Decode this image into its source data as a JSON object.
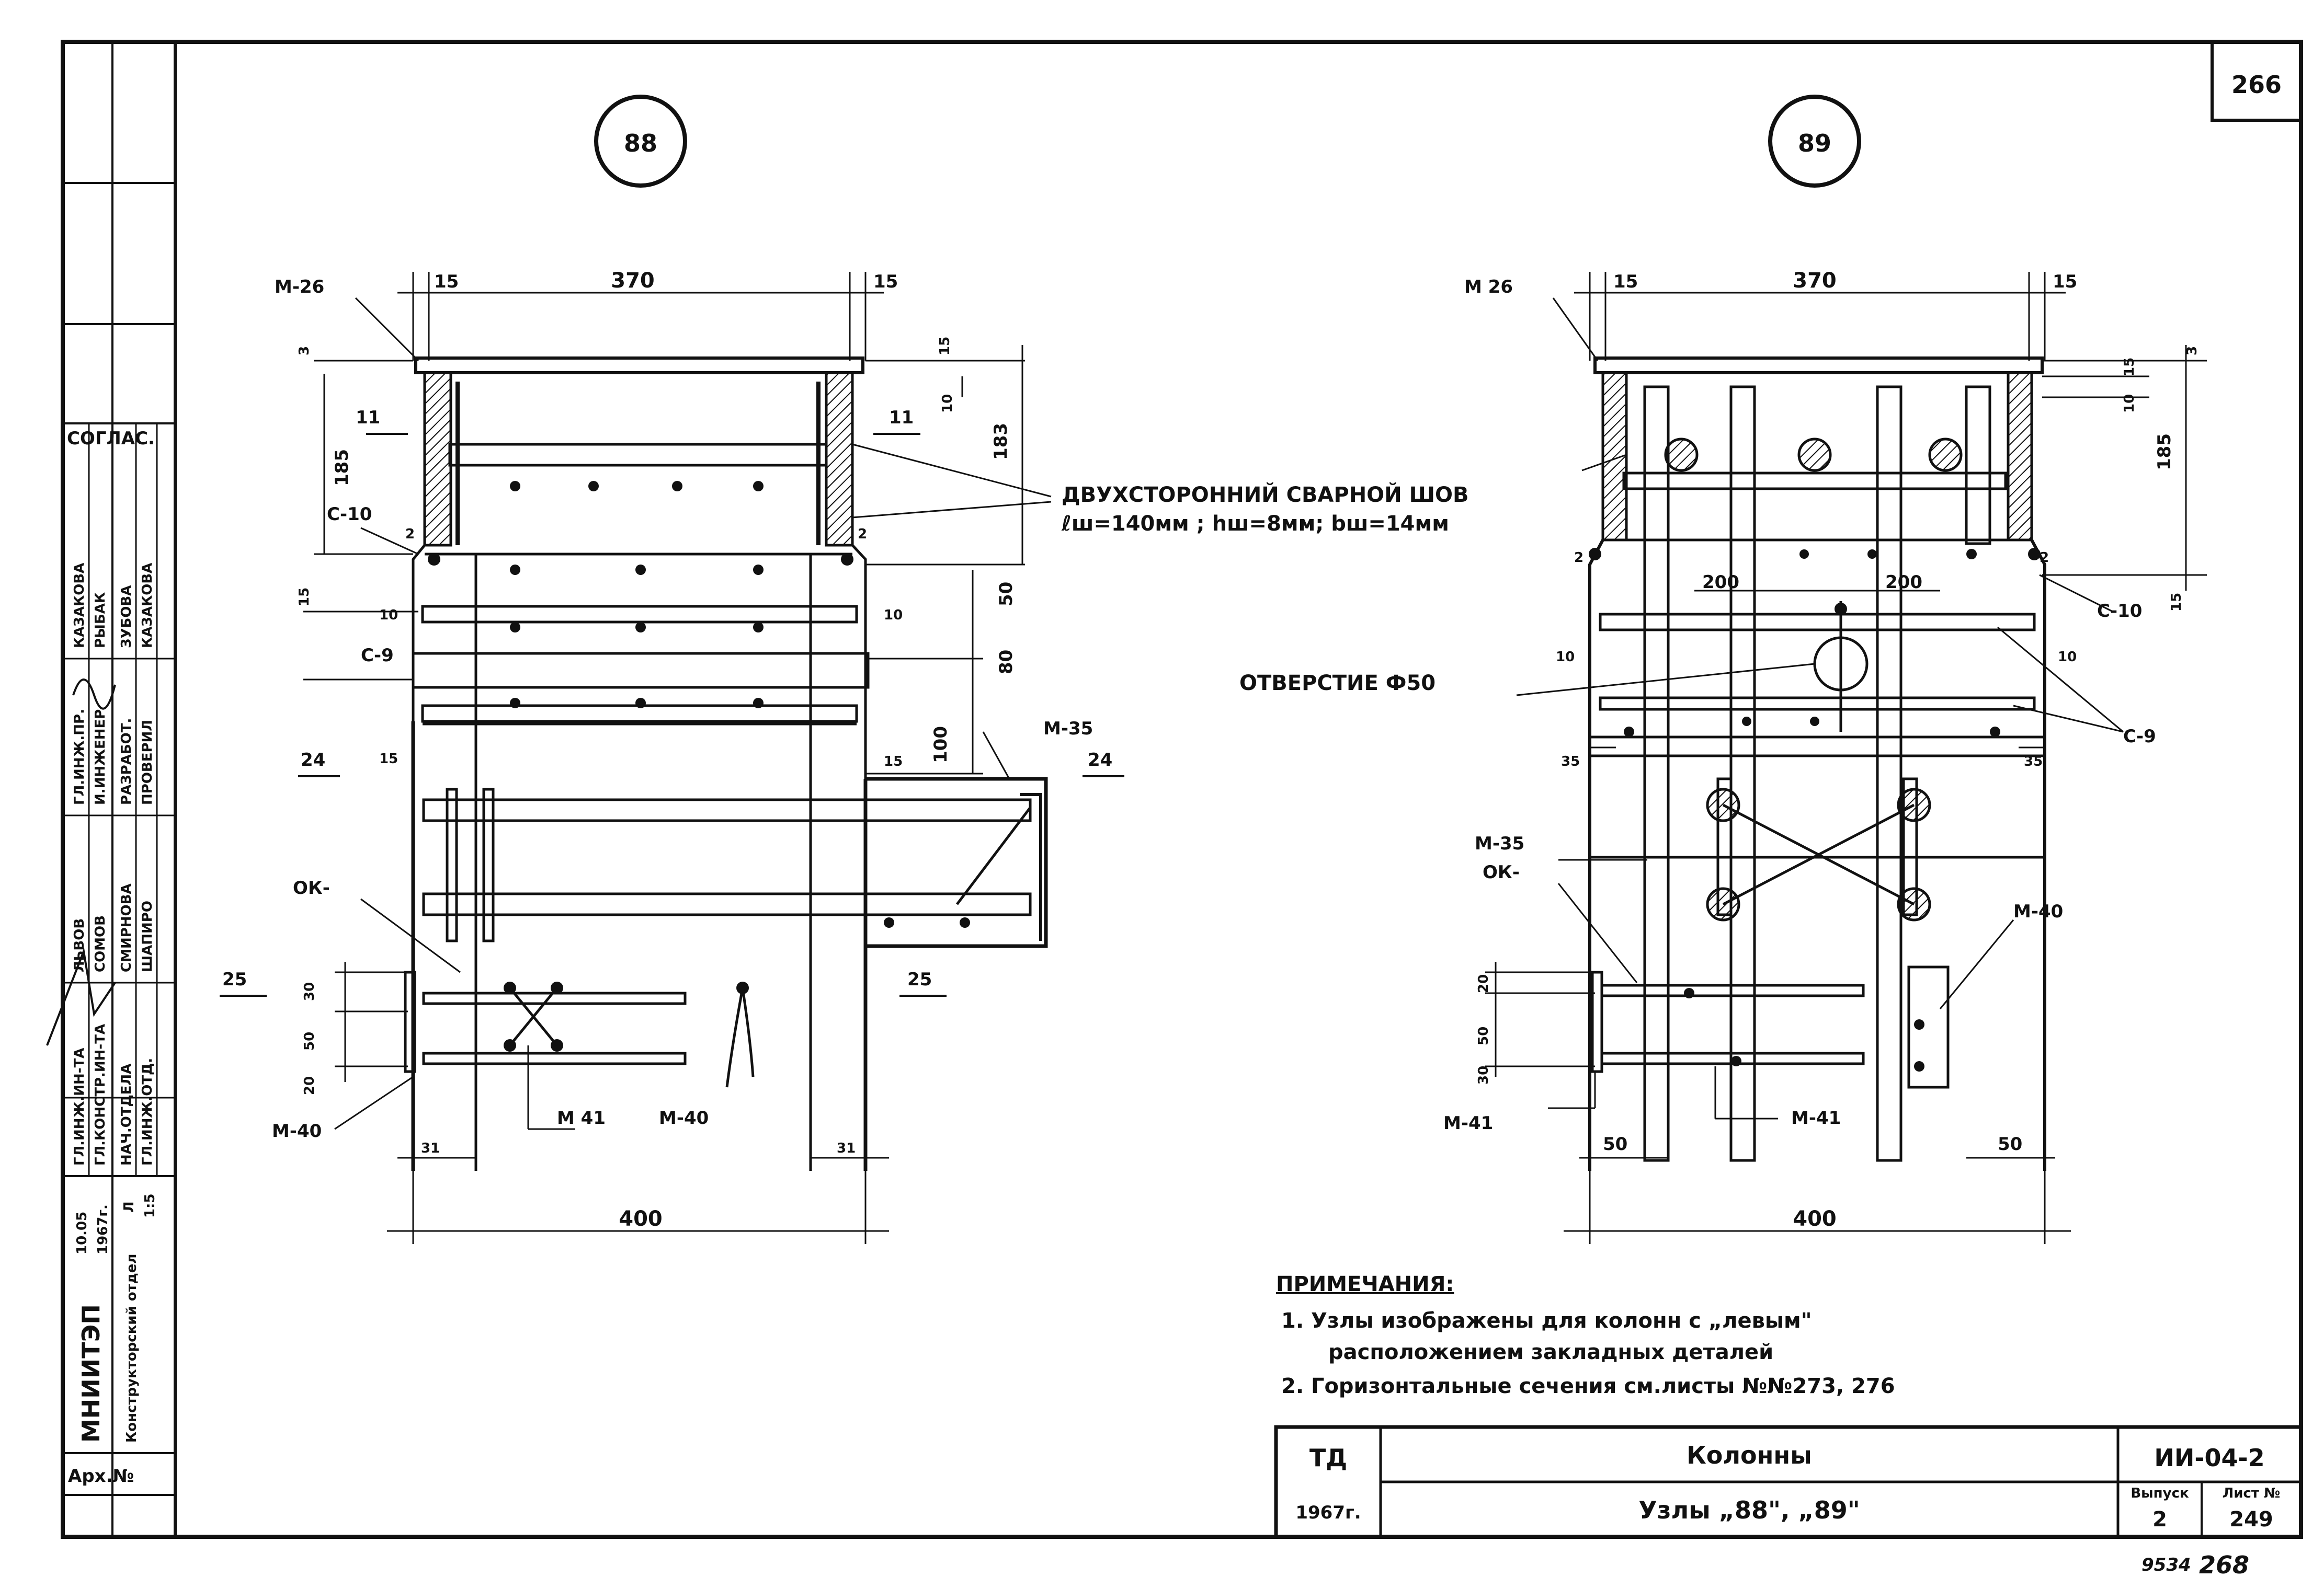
{
  "sheet_corner": "266",
  "node_a": {
    "mark": "88",
    "dims": {
      "d15_left": "15",
      "d370": "370",
      "d15_right": "15",
      "d3": "3",
      "d185": "185",
      "d15_top": "15",
      "d10_top": "10",
      "d183": "183",
      "d15_mid": "15",
      "d10_a": "10",
      "d10_b": "10",
      "d50": "50",
      "d80": "80",
      "d100": "100",
      "d15_low": "15",
      "d15_low_r": "15",
      "d30": "30",
      "d50_low": "50",
      "d20": "20",
      "d31_left": "31",
      "d31_right": "31",
      "d400": "400",
      "d2_left": "2",
      "d2_right": "2"
    },
    "labels": {
      "m26": "М-26",
      "c10": "С-10",
      "c9": "С-9",
      "ok": "ОК-",
      "m40_left": "М-40",
      "m41": "М 41",
      "m40_mid": "М-40",
      "m35": "М-35",
      "s11_left": "11",
      "s11_right": "11",
      "s24_left": "24",
      "s24_right": "24",
      "s25_left": "25",
      "s25_right": "25"
    }
  },
  "node_b": {
    "mark": "89",
    "dims": {
      "d15_left": "15",
      "d370": "370",
      "d15_right": "15",
      "d3": "3",
      "d15_top": "15",
      "d10": "10",
      "d185": "185",
      "d2_left": "2",
      "d2_right": "2",
      "d200_a": "200",
      "d200_b": "200",
      "d15_mid": "15",
      "d10_left": "10",
      "d10_right": "10",
      "d35_left": "35",
      "d35_right": "35",
      "d20": "20",
      "d50": "50",
      "d30": "30",
      "d50_left": "50",
      "d50_right": "50",
      "d400": "400"
    },
    "labels": {
      "m26": "М 26",
      "c10": "С-10",
      "c9": "С-9",
      "hole": "ОТВЕРСТИЕ Ф50",
      "m35": "М-35",
      "ok": "ОК-",
      "m40": "М-40",
      "m41_left": "М-41",
      "m41_mid": "М-41"
    }
  },
  "weld_note": {
    "line1": "ДВУХСТОРОННИЙ СВАРНОЙ ШОВ",
    "line2": "ℓш=140мм ; hш=8мм; bш=14мм"
  },
  "notes": {
    "title": "ПРИМЕЧАНИЯ:",
    "line1": "1. Узлы изображены для колонн с „левым\"",
    "line2": "расположением закладных деталей",
    "line3": "2. Горизонтальные сечения см.листы №№273, 276"
  },
  "title_block": {
    "org": "ТД",
    "year": "1967г.",
    "name": "Колонны",
    "subject": "Узлы „88\", „89\"",
    "series": "ИИ-04-2",
    "issue_label": "Выпуск",
    "sheet_label": "Лист №",
    "issue": "2",
    "sheet": "249"
  },
  "footer": {
    "number": "9534",
    "page": "268"
  },
  "stamp": {
    "institute": "МНИИТЭП",
    "dept": "Конструкторский отдел",
    "date": "10.05",
    "year_short": "1967г.",
    "sheet_l": "Л",
    "scale": "1:5",
    "arch": "Арх.№",
    "agreed": "СОГЛАС.",
    "roles": [
      "ГЛ.ИНЖ.ИН-ТА",
      "ГЛ.КОНСТР.ИН-ТА",
      "НАЧ.ОТДЕЛА",
      "ГЛ.ИНЖ.ОТД.",
      "ГЛ.ИНЖ.ПР.",
      "И.ИНЖЕНЕР",
      "РАЗРАБОТ.",
      "ПРОВЕРИЛ"
    ],
    "names": [
      "ЛЬВОВ",
      "СОМОВ",
      "СМИРНОВА",
      "ШАПИРО",
      "КАЗАКОВА",
      "РЫБАК",
      "ЗУБОВА",
      "КАЗАКОВА"
    ]
  }
}
